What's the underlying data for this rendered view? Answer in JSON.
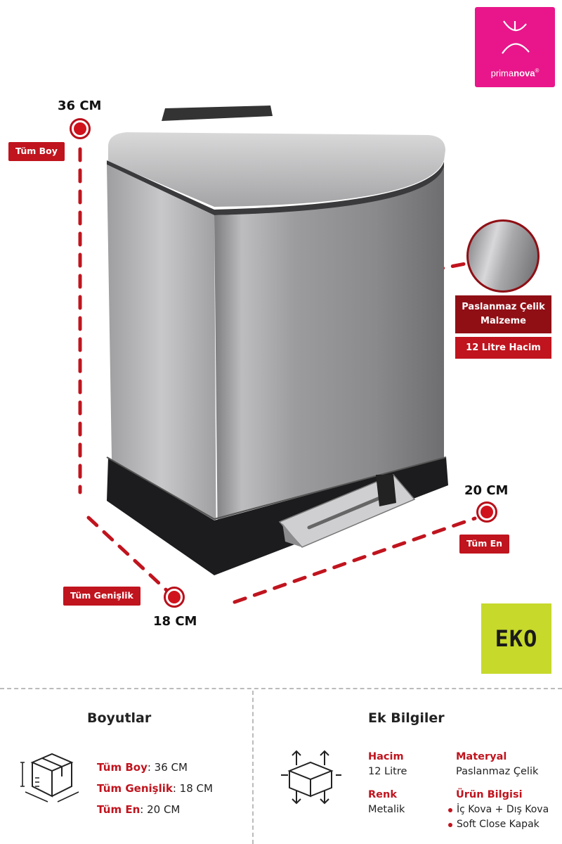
{
  "brand": {
    "name_light": "prima",
    "name_bold": "nova",
    "registered": "®",
    "color": "#e8168a"
  },
  "eko_logo": {
    "text": "EKO",
    "color": "#c7d92b"
  },
  "dimensions": {
    "height": {
      "value": "36 CM",
      "label": "Tüm Boy"
    },
    "depth": {
      "value": "20 CM",
      "label": "Tüm En"
    },
    "width": {
      "value": "18 CM",
      "label": "Tüm Genişlik"
    }
  },
  "material_callout": {
    "title": "Paslanmaz Çelik Malzeme",
    "capacity": "12 Litre Hacim"
  },
  "dimensions_section": {
    "title": "Boyutlar",
    "rows": [
      {
        "key": "Tüm Boy",
        "value": ": 36 CM"
      },
      {
        "key": "Tüm Genişlik",
        "value": ": 18 CM"
      },
      {
        "key": "Tüm En",
        "value": ": 20 CM"
      }
    ]
  },
  "info_section": {
    "title": "Ek Bilgiler",
    "volume": {
      "key": "Hacim",
      "value": "12 Litre"
    },
    "material": {
      "key": "Materyal",
      "value": "Paslanmaz Çelik"
    },
    "color": {
      "key": "Renk",
      "value": "Metalik"
    },
    "product_info": {
      "key": "Ürün Bilgisi",
      "items": [
        "İç Kova + Dış Kova",
        "Soft Close Kapak"
      ]
    }
  },
  "colors": {
    "accent_red": "#c0141e",
    "dark_red": "#8f0f15"
  }
}
